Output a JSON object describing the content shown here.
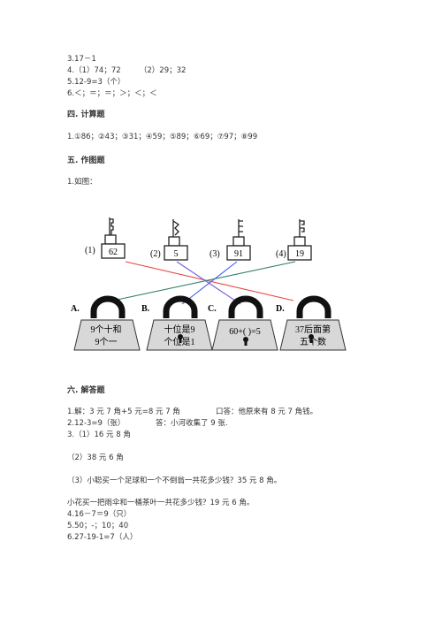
{
  "lines_top": [
    "3.17－1",
    "4.（1）74；72　　　（2）29；32",
    "5.12-9=3（个）",
    "6.＜；＝；＝；＞；＜；＜"
  ],
  "section4": {
    "heading": "四. 计算题",
    "line": "1.①86；②43；③31；④59；⑤89；⑥69；⑦97；⑧99"
  },
  "section5": {
    "heading": "五. 作图题",
    "line": "1.如图："
  },
  "figure": {
    "keys": [
      {
        "label": "(1)",
        "value": "62"
      },
      {
        "label": "(2)",
        "value": "5"
      },
      {
        "label": "(3)",
        "value": "91"
      },
      {
        "label": "(4)",
        "value": "19"
      }
    ],
    "locks": [
      {
        "label": "A.",
        "line1": "9个十和",
        "line2": "9个一"
      },
      {
        "label": "B.",
        "line1": "十位是9",
        "line2": "个位是1"
      },
      {
        "label": "C.",
        "line1": "60+(  )=5",
        "line2": ""
      },
      {
        "label": "D.",
        "line1": "37后面第",
        "line2": "五个数"
      }
    ],
    "colors": {
      "red": "#e8453c",
      "green": "#2f7d6e",
      "purple": "#7a5cd8",
      "blue": "#3c5fe0"
    }
  },
  "section6": {
    "heading": "六. 解答题",
    "line1": "1.解：3 元 7 角+5 元=8 元 7 角",
    "line1_answer": "口答：他原来有 8 元 7 角钱。",
    "line2": "2.12-3=9（张）",
    "line2_answer": "答：小河收集了 9 张.",
    "line3": "3.（1）16 元 8 角",
    "line4": "（2）38 元 6 角",
    "line5": "（3）小聪买一个足球和一个不倒翁一共花多少钱？35 元 8 角。",
    "line6": "小花买一把雨伞和一桶茶叶一共花多少钱？19 元 6 角。",
    "line7": "4.16－7＝9（只）",
    "line8": "5.50；-；10；40",
    "line9": "6.27-19-1=7（人）"
  }
}
